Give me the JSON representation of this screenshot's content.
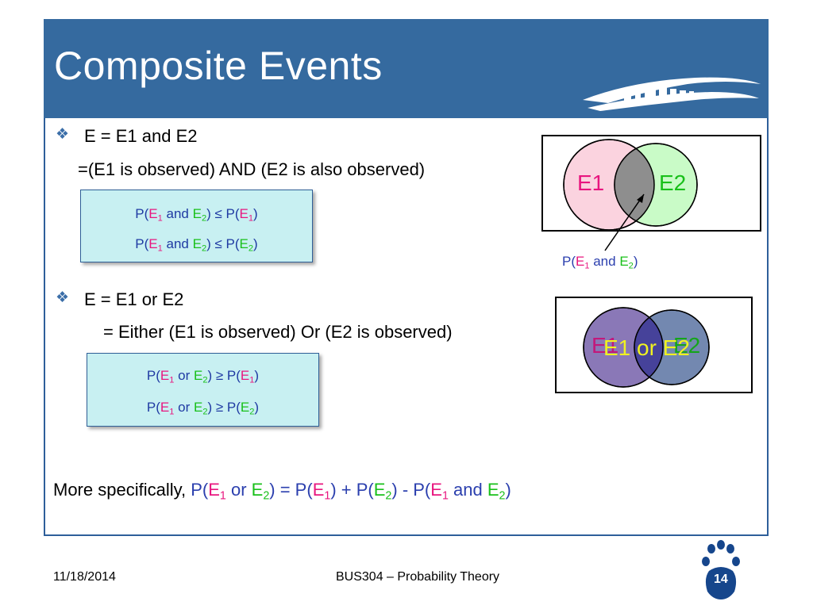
{
  "slide": {
    "title": "Composite Events",
    "footer": {
      "date": "11/18/2014",
      "course": "BUS304 – Probability Theory",
      "page_number": "14"
    }
  },
  "and_section": {
    "bullet": "E = E1 and E2",
    "explanation": "=(E1 is observed) AND (E2 is also observed)",
    "formulas": [
      {
        "p_open": "P(",
        "e1": "E",
        "s1": "1",
        "op": " and ",
        "e2": "E",
        "s2": "2",
        "rel": ") ≤ P(",
        "re": "E",
        "rs": "1",
        "close": ")"
      },
      {
        "p_open": "P(",
        "e1": "E",
        "s1": "1",
        "op": " and ",
        "e2": "E",
        "s2": "2",
        "rel": ") ≤ P(",
        "re": "E",
        "rs": "2",
        "close": ")"
      }
    ],
    "venn": {
      "left_label": "E1",
      "right_label": "E2",
      "note": {
        "p_open": "P(",
        "e1": "E",
        "s1": "1",
        "op": " and ",
        "e2": "E",
        "s2": "2",
        "close": ")"
      }
    }
  },
  "or_section": {
    "bullet": "E = E1 or E2",
    "explanation": "= Either (E1 is observed) Or (E2 is observed)",
    "formulas": [
      {
        "p_open": "P(",
        "e1": "E",
        "s1": "1",
        "op": " or ",
        "e2": "E",
        "s2": "2",
        "rel": ") ≥ P(",
        "re": "E",
        "rs": "1",
        "close": ")"
      },
      {
        "p_open": "P(",
        "e1": "E",
        "s1": "1",
        "op": " or ",
        "e2": "E",
        "s2": "2",
        "rel": ") ≥ P(",
        "re": "E",
        "rs": "2",
        "close": ")"
      }
    ],
    "venn": {
      "left_label": "E1",
      "right_label": "E2",
      "overlay_label": "E1 or E2"
    }
  },
  "specifically": {
    "lead": "More specifically, ",
    "parts": {
      "a": "P(",
      "b": "E",
      "c": "1",
      "d": " or ",
      "e": "E",
      "f": "2",
      "g": ") = P(",
      "h": "E",
      "i": "1",
      "j": ") + P(",
      "k": "E",
      "l": "2",
      "m": ") - P(",
      "n": "E",
      "o": "1",
      "p": " and ",
      "q": "E",
      "r": "2",
      "s": ")"
    }
  },
  "colors": {
    "header": "#356a9f",
    "formula_box": "#c8f0f2",
    "pink": "#e8167f",
    "green": "#19c01a",
    "blue": "#2b3fae",
    "venn_and_left": "#fbd3df",
    "venn_and_right": "#c9fbc7",
    "venn_or": "#8a78b7"
  }
}
